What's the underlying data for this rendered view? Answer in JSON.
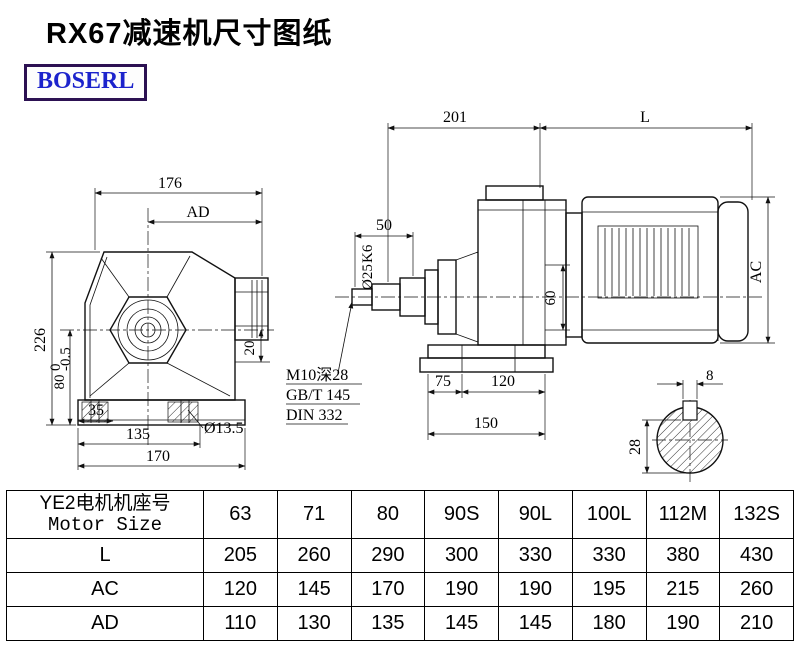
{
  "title": "RX67减速机尺寸图纸",
  "brand": {
    "name": "BOSERL",
    "text_color": "#1c23cc",
    "border_color": "#2c1152"
  },
  "front_view": {
    "dim_176": "176",
    "dim_AD": "AD",
    "dim_226": "226",
    "dim_80": "80",
    "dim_80_tol_hi": "0",
    "dim_80_tol_lo": "-0.5",
    "dim_20": "20",
    "dim_35": "35",
    "dim_135": "135",
    "dim_170": "170",
    "dim_hole": "Ø13.5"
  },
  "side_view": {
    "dim_201": "201",
    "dim_L": "L",
    "dim_50": "50",
    "shaft_dia": "Ø25",
    "shaft_fit": "K6",
    "dim_60": "60",
    "dim_AC": "AC",
    "note_thread": "M10深28",
    "note_gb": "GB/T 145",
    "note_din": "DIN 332",
    "dim_75": "75",
    "dim_120": "120",
    "dim_150": "150"
  },
  "shaft_section": {
    "dim_8": "8",
    "dim_28": "28"
  },
  "table": {
    "header_cn": "YE2电机机座号",
    "header_en": "Motor Size",
    "columns": [
      "63",
      "71",
      "80",
      "90S",
      "90L",
      "100L",
      "112M",
      "132S"
    ],
    "rows": [
      {
        "label": "L",
        "values": [
          "205",
          "260",
          "290",
          "300",
          "330",
          "330",
          "380",
          "430"
        ]
      },
      {
        "label": "AC",
        "values": [
          "120",
          "145",
          "170",
          "190",
          "190",
          "195",
          "215",
          "260"
        ]
      },
      {
        "label": "AD",
        "values": [
          "110",
          "130",
          "135",
          "145",
          "145",
          "180",
          "190",
          "210"
        ]
      }
    ]
  }
}
